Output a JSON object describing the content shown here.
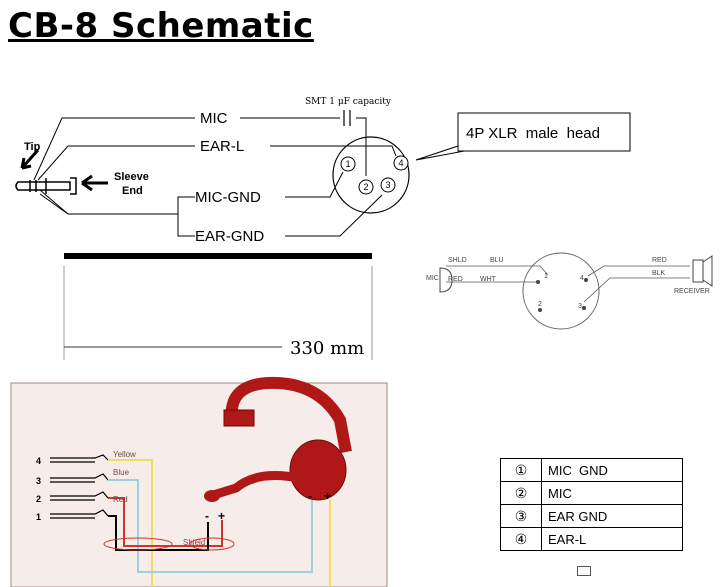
{
  "title": "CB-8 Schematic",
  "schematic": {
    "capacitor_label": "SMT 1 μF capacity",
    "connector_label": "4P XLR  male  head",
    "wires": {
      "mic": "MIC",
      "ear_l": "EAR-L",
      "mic_gnd": "MIC-GND",
      "ear_gnd": "EAR-GND"
    },
    "plug": {
      "tip": "Tip",
      "sleeve_end": "Sleeve\nEnd",
      "sleeve": "Sleeve",
      "end": "End"
    },
    "pins": [
      "1",
      "2",
      "3",
      "4"
    ],
    "length_label": "330 mm"
  },
  "wiring_small": {
    "mic": "MIC",
    "shld": "SHLD",
    "blu": "BLU",
    "red_left": "RED",
    "wht": "WHT",
    "red_right": "RED",
    "blk": "BLK",
    "receiver": "RECEIVER",
    "pins": [
      "1",
      "2",
      "3",
      "4"
    ]
  },
  "headset": {
    "rows": [
      "4",
      "3",
      "2",
      "1"
    ],
    "yellow": "Yellow",
    "blue": "Blue",
    "red": "Red",
    "shield": "Shield",
    "minus_left": "-",
    "plus_left": "+",
    "minus_right": "-",
    "plus_right": "+",
    "colors": {
      "panel": "#f6ecea",
      "yellow": "#f2dd5a",
      "blue": "#9fd0de",
      "red": "#d0342c",
      "headset": "#b01818"
    }
  },
  "pin_table": [
    {
      "num": "①",
      "fn": "MIC  GND"
    },
    {
      "num": "②",
      "fn": "MIC"
    },
    {
      "num": "③",
      "fn": "EAR GND"
    },
    {
      "num": "④",
      "fn": "EAR-L"
    }
  ]
}
